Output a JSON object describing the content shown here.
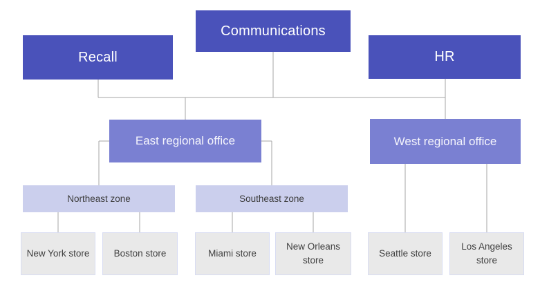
{
  "diagram": {
    "type": "organization-chart",
    "background": "#ffffff",
    "colors": {
      "level1_fill": "#4A52BA",
      "level2_fill": "#7A80D2",
      "level3_fill": "#CBCFED",
      "level4_fill": "#E9E9E9",
      "level4_border": "#D8DCF2",
      "connector": "#A6A6A6",
      "text_on_dark": "#FFFFFF",
      "text_on_light": "#3F3F3F"
    },
    "nodes": {
      "recall": {
        "label": "Recall",
        "level": 1
      },
      "communications": {
        "label": "Communications",
        "level": 1
      },
      "hr": {
        "label": "HR",
        "level": 1
      },
      "east_office": {
        "label": "East regional office",
        "level": 2
      },
      "west_office": {
        "label": "West regional office",
        "level": 2
      },
      "northeast_zone": {
        "label": "Northeast zone",
        "level": 3
      },
      "southeast_zone": {
        "label": "Southeast zone",
        "level": 3
      },
      "new_york_store": {
        "label": "New York store",
        "level": 4
      },
      "boston_store": {
        "label": "Boston store",
        "level": 4
      },
      "miami_store": {
        "label": "Miami store",
        "level": 4
      },
      "new_orleans_store": {
        "label": "New Orleans store",
        "level": 4
      },
      "seattle_store": {
        "label": "Seattle store",
        "level": 4
      },
      "los_angeles_store": {
        "label": "Los Angeles store",
        "level": 4
      }
    },
    "hierarchy": {
      "top_row_on_shared_bus": [
        "recall",
        "communications",
        "hr"
      ],
      "bus_children": [
        "east_office",
        "west_office"
      ],
      "east_office": [
        "northeast_zone",
        "southeast_zone"
      ],
      "west_office": [
        "seattle_store",
        "los_angeles_store"
      ],
      "northeast_zone": [
        "new_york_store",
        "boston_store"
      ],
      "southeast_zone": [
        "miami_store",
        "new_orleans_store"
      ]
    }
  }
}
